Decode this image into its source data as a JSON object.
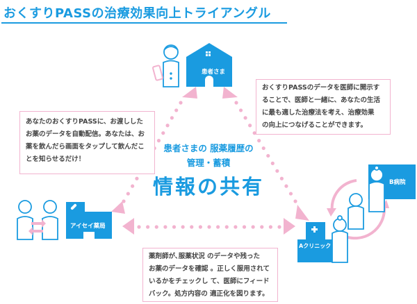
{
  "title": "おくすりPASSの治療効果向上トライアングル",
  "colors": {
    "blue": "#1a9be0",
    "pink": "#f2b3cf"
  },
  "nodes": {
    "patient": {
      "label": "患者さま",
      "icons": [
        "person-icon",
        "smartphone-icon",
        "house-icon"
      ]
    },
    "pharmacy": {
      "label": "アイセイ薬局",
      "icons": [
        "pharmacist-icon",
        "patient-icon",
        "pill-icon"
      ]
    },
    "clinic": {
      "label": "Aクリニック",
      "icons": [
        "doctor-icon",
        "cross-icon"
      ]
    },
    "hospital": {
      "label": "B病院",
      "icons": [
        "doctor-icon",
        "patient-icon"
      ]
    }
  },
  "center": {
    "line1": "患者さまの 服薬履歴の",
    "line2": "管理・蓄積",
    "line3": "情報の共有"
  },
  "boxes": {
    "left": [
      "あなたのおくすりPASSに、お渡しした",
      "お薬のデータを自動配信。あなたは、お",
      "薬を飲んだら画面をタップして飲んだこ",
      "とを知らせるだけ！"
    ],
    "right": [
      "おくすりPASSのデータを医師に開示す",
      "ることで、医師と一緒に、あなたの生活",
      "に最も適した治療法を考え、治療効果",
      "の向上につなげることができます。"
    ],
    "bottom": [
      "薬剤師が､服薬状況 のデータや残った",
      "お薬のデータを確認 。正しく服用されて",
      "いるかをチェックし て、医師にフィード",
      "バック。処方内容の 適正化を図ります。"
    ]
  }
}
